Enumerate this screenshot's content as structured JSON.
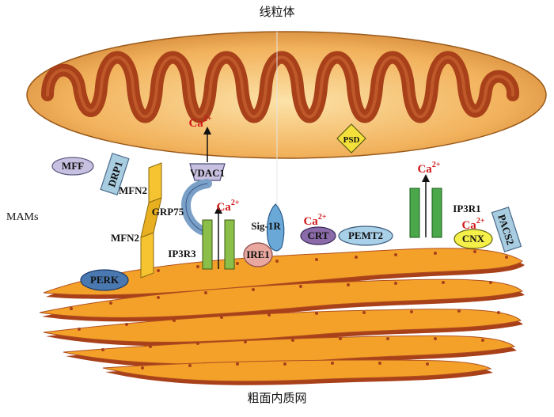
{
  "labels": {
    "mitochondria": "线粒体",
    "er": "粗面内质网",
    "mams": "MAMs",
    "mff": "MFF",
    "drp1": "DRP1",
    "mfn2_top": "MFN2",
    "mfn2_bottom": "MFN2",
    "vdac1": "VDAC1",
    "grp75": "GRP75",
    "ip3r3": "IP3R3",
    "ire1": "IRE1",
    "sig1r": "Sig-1R",
    "crt": "CRT",
    "pemt2": "PEMT2",
    "ip3r1": "IP3R1",
    "cnx": "CNX",
    "pacs2": "PACS2",
    "psd": "PSD",
    "perk": "PERK",
    "ca": "Ca",
    "ca_sup": "2+"
  },
  "colors": {
    "mito_outer": "#f2b25c",
    "mito_inner": "#a8401a",
    "er_fill": "#f4a12a",
    "er_shadow": "#a8401a",
    "calcium_text": "#d01818",
    "channel_green": "#8cbf4a",
    "mfn2_yellow": "#f5c430",
    "psd_yellow": "#f3e03a",
    "protein_blue": "#8fb8d8",
    "perk_blue": "#4a78b0",
    "ire1_pink": "#e8a8a0",
    "crt_purple": "#8a6aa8",
    "cnx_yellow": "#f5ef4a"
  }
}
